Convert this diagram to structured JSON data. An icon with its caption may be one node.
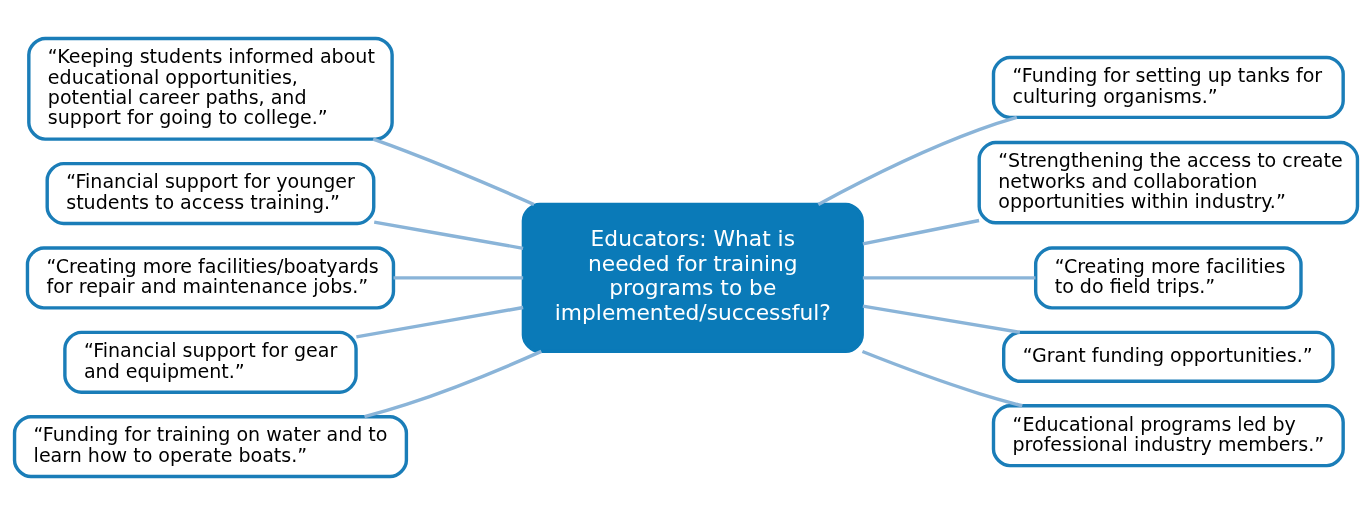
{
  "diagram": {
    "nodes": [
      {
        "text": [
          "“Keeping students informed about educational opportunities, potential career paths, and support for going to college.”"
        ]
      },
      {
        "text": [
          "“Financial support for younger students to access training.”"
        ]
      },
      {
        "text": [
          "“Creating more facilities/boatyards for repair and maintenance jobs.”"
        ]
      },
      {
        "text": [
          "“Financial support for gear and equipment.”"
        ]
      },
      {
        "text": [
          "“Funding for training on water and to learn how to operate boats.”"
        ]
      },
      {
        "text": [
          "Educators: What is needed for training programs to be implemented/successful?"
        ]
      },
      {
        "text": [
          "“Funding for setting up tanks for culturing organisms.”"
        ]
      },
      {
        "text": [
          "“Strengthening the access to create networks and collaboration opportunities within industry.”"
        ]
      },
      {
        "text": [
          "“Creating more facilities to do field trips.”"
        ]
      },
      {
        "text": [
          "“Grant funding opportunities.”"
        ]
      },
      {
        "text": [
          "“Educational programs led by professional industry members.”"
        ]
      }
    ],
    "edges": [
      {
        "from": 0,
        "to": 5,
        "arrow": "none"
      },
      {
        "from": 1,
        "to": 5,
        "arrow": "none"
      },
      {
        "from": 2,
        "to": 5,
        "arrow": "none"
      },
      {
        "from": 3,
        "to": 5,
        "arrow": "none"
      },
      {
        "from": 4,
        "to": 5,
        "arrow": "none"
      },
      {
        "from": 5,
        "to": 6,
        "arrow": "none"
      },
      {
        "from": 5,
        "to": 7,
        "arrow": "none"
      },
      {
        "from": 5,
        "to": 8,
        "arrow": "none"
      },
      {
        "from": 5,
        "to": 9,
        "arrow": "none"
      },
      {
        "from": 5,
        "to": 10,
        "arrow": "none"
      }
    ]
  }
}
